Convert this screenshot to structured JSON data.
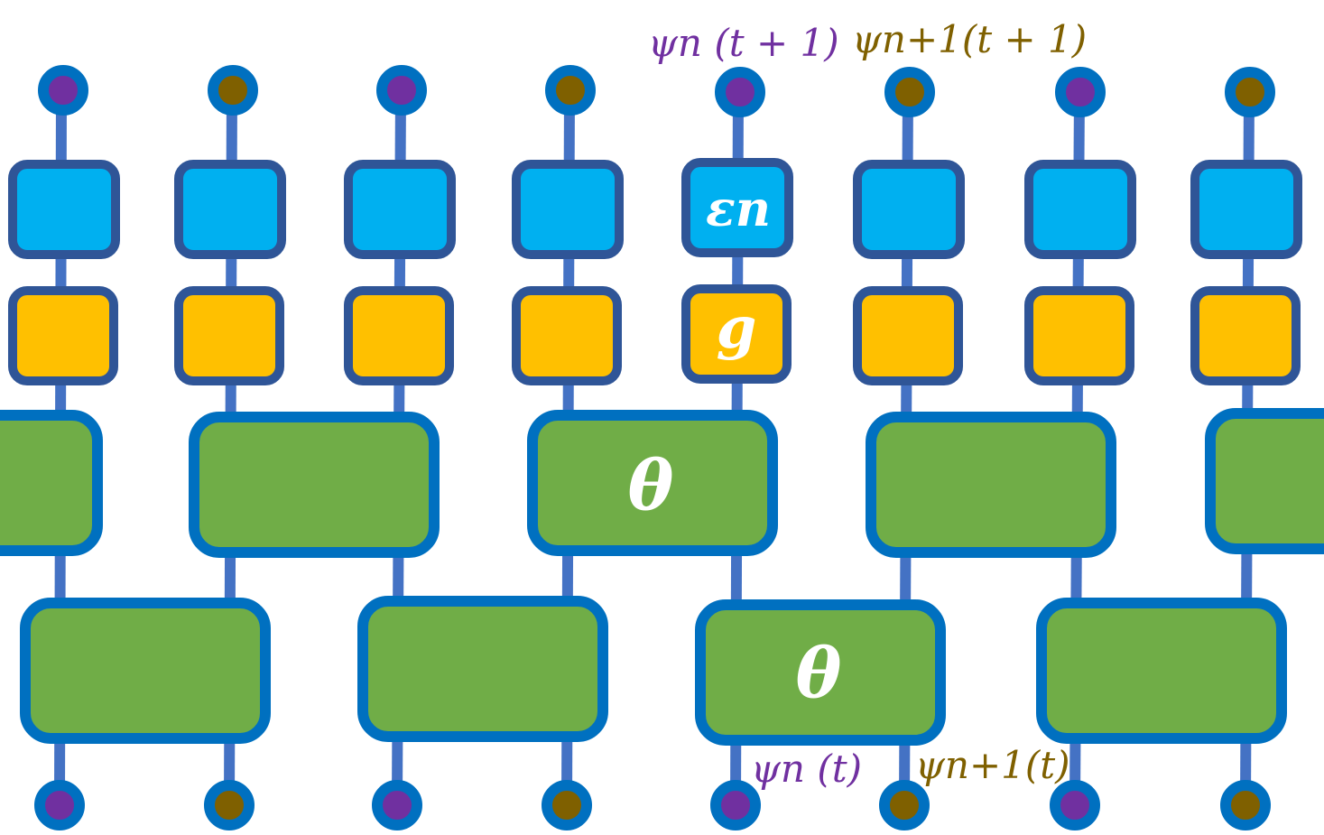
{
  "colors": {
    "wire": "#4472c4",
    "node_ring": "#0070c0",
    "site_purple": "#7030a0",
    "site_olive": "#7f6000",
    "blue_gate_fill": "#00b0f0",
    "blue_gate_border": "#2f5597",
    "yellow_gate_fill": "#ffc000",
    "green_gate_fill": "#70ad47",
    "green_gate_border": "#0070c0",
    "label_purple": "#7030a0",
    "label_olive": "#7f6000"
  },
  "labels": {
    "top_left_state": "ψn (t + 1)",
    "top_right_state": "ψn+1(t + 1)",
    "bottom_left_state": "ψn (t)",
    "bottom_right_state": "ψn+1(t)",
    "noise_gate": "εn",
    "single_gate": "g",
    "two_site_gate_upper": "θ",
    "two_site_gate_lower": "θ"
  },
  "top_nodes": [
    "purple",
    "olive",
    "purple",
    "olive",
    "purple",
    "olive",
    "purple",
    "olive"
  ],
  "bottom_nodes": [
    "purple",
    "olive",
    "purple",
    "olive",
    "purple",
    "olive",
    "purple",
    "olive"
  ],
  "icons": {
    "site_node": "filled-circle-with-ring",
    "noise_gate": "rounded-square",
    "single_gate": "rounded-square",
    "two_site_gate": "rounded-rectangle"
  }
}
